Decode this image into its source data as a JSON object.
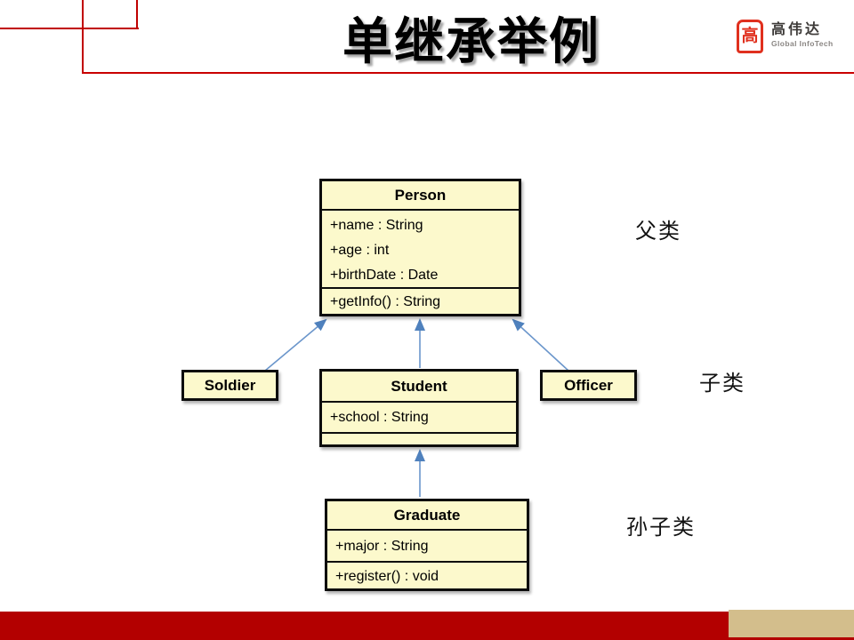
{
  "slide": {
    "title": "单继承举例",
    "logo": {
      "icon_glyph": "高",
      "brand_cn": "高伟达",
      "brand_en": "Global InfoTech"
    }
  },
  "diagram": {
    "classes": [
      {
        "name": "Person",
        "attributes": [
          "+name : String",
          "+age : int",
          "+birthDate : Date"
        ],
        "operations": [
          "+getInfo() : String"
        ]
      },
      {
        "name": "Soldier",
        "attributes": [],
        "operations": []
      },
      {
        "name": "Student",
        "attributes": [
          "+school : String"
        ],
        "operations": []
      },
      {
        "name": "Officer",
        "attributes": [],
        "operations": []
      },
      {
        "name": "Graduate",
        "attributes": [
          "+major : String"
        ],
        "operations": [
          "+register() : void"
        ]
      }
    ],
    "relations": [
      {
        "from": "Soldier",
        "to": "Person",
        "type": "inheritance"
      },
      {
        "from": "Student",
        "to": "Person",
        "type": "inheritance"
      },
      {
        "from": "Officer",
        "to": "Person",
        "type": "inheritance"
      },
      {
        "from": "Graduate",
        "to": "Student",
        "type": "inheritance"
      }
    ],
    "annotations": [
      {
        "text": "父类"
      },
      {
        "text": "子类"
      },
      {
        "text": "孙子类"
      }
    ]
  },
  "colors": {
    "accent_red": "#C00000",
    "footer_red": "#B30000",
    "footer_tan": "#D3BE8C",
    "class_fill": "#FCF9CC",
    "arrow_blue": "#4F81BD",
    "logo_red": "#E0301E"
  }
}
